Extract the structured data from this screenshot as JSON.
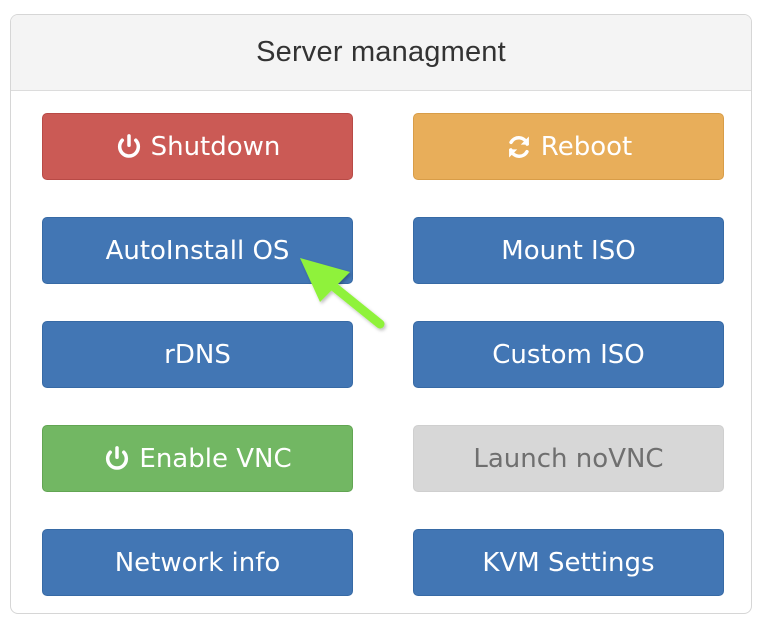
{
  "panel": {
    "title": "Server managment"
  },
  "buttons": {
    "shutdown": {
      "label": "Shutdown",
      "icon": "power-icon",
      "color": "#cb5a55"
    },
    "reboot": {
      "label": "Reboot",
      "icon": "refresh-icon",
      "color": "#e8ae5a"
    },
    "autoinstall": {
      "label": "AutoInstall OS",
      "color": "#4276b4"
    },
    "mount_iso": {
      "label": "Mount ISO",
      "color": "#4276b4"
    },
    "rdns": {
      "label": "rDNS",
      "color": "#4276b4"
    },
    "custom_iso": {
      "label": "Custom ISO",
      "color": "#4276b4"
    },
    "enable_vnc": {
      "label": "Enable VNC",
      "icon": "power-icon",
      "color": "#72b763"
    },
    "launch_novnc": {
      "label": "Launch noVNC",
      "color": "#d7d7d7",
      "disabled": true
    },
    "network_info": {
      "label": "Network info",
      "color": "#4276b4"
    },
    "kvm_settings": {
      "label": "KVM Settings",
      "color": "#4276b4"
    }
  },
  "annotation": {
    "arrow_color": "#8ff23a",
    "arrow_icon": "arrow-pointer-icon"
  }
}
